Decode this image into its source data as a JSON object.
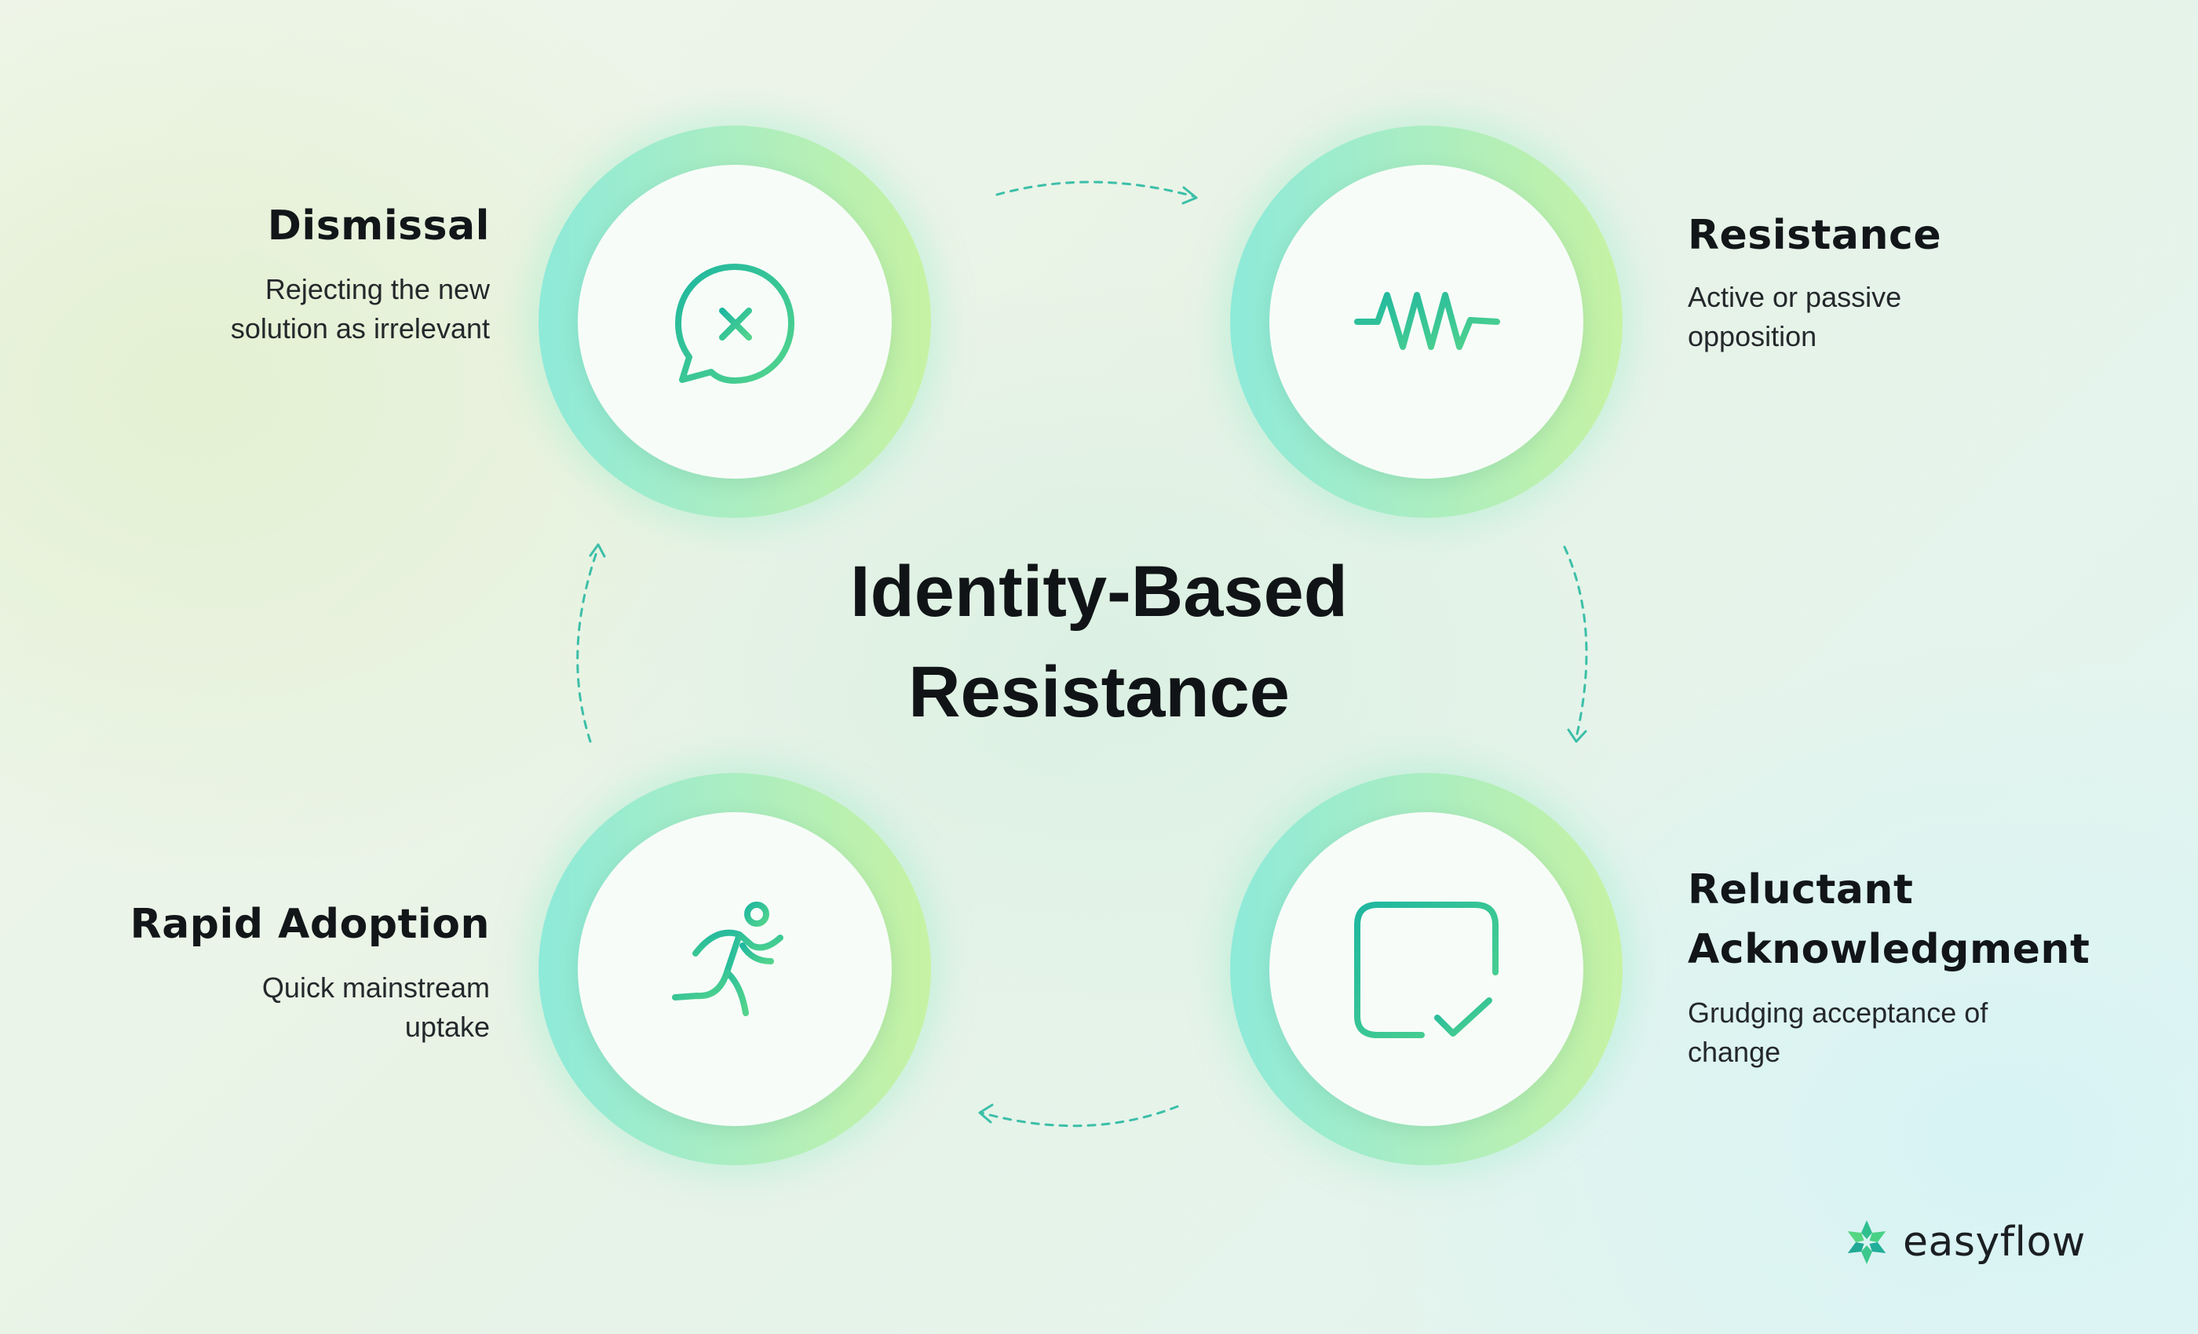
{
  "title": {
    "line1": "Identity-Based",
    "line2": "Resistance"
  },
  "stages": {
    "dismissal": {
      "title": "Dismissal",
      "desc_line1": "Rejecting the new",
      "desc_line2": "solution as irrelevant",
      "icon": "chat-bubble-x-icon"
    },
    "resistance": {
      "title": "Resistance",
      "desc_line1": "Active or passive",
      "desc_line2": "opposition",
      "icon": "waveform-icon"
    },
    "reluctant": {
      "title_line1": "Reluctant",
      "title_line2": "Acknowledgment",
      "desc_line1": "Grudging acceptance of",
      "desc_line2": "change",
      "icon": "calendar-check-icon"
    },
    "rapid": {
      "title": "Rapid Adoption",
      "desc_line1": "Quick mainstream",
      "desc_line2": "uptake",
      "icon": "running-person-icon"
    }
  },
  "brand": {
    "name": "easyflow",
    "icon": "easyflow-logo-icon"
  },
  "colors": {
    "icon_gradient_start": "#1fb89a",
    "icon_gradient_end": "#4fd28f",
    "ring_start": "#8eead9",
    "ring_end": "#c6f2a3",
    "arrow": "#3cbfa8",
    "text": "#111417"
  }
}
